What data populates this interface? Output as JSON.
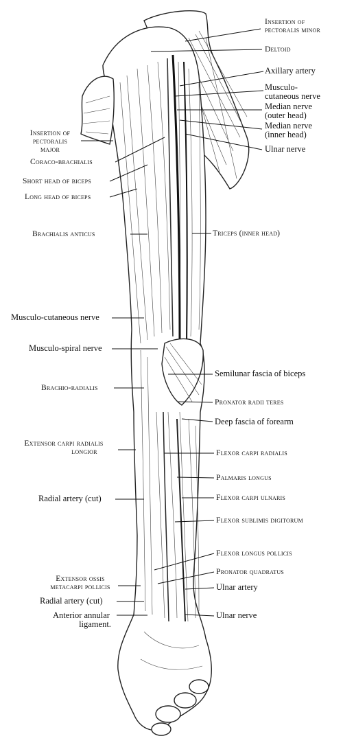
{
  "labels": {
    "insertion_pectoralis_minor": [
      "Insertion of",
      "pectoralis minor"
    ],
    "deltoid": "Deltoid",
    "axillary_artery": "Axillary artery",
    "musculocutaneous_nerve_top": [
      "Musculo-",
      "cutaneous nerve"
    ],
    "median_nerve_outer": [
      "Median nerve",
      "(outer head)"
    ],
    "median_nerve_inner": [
      "Median nerve",
      "(inner head)"
    ],
    "ulnar_nerve_top": "Ulnar nerve",
    "insertion_pectoralis_major": [
      "Insertion of",
      "pectoralis",
      "major"
    ],
    "coraco_brachialis": "Coraco-brachialis",
    "short_head_biceps": "Short head of biceps",
    "long_head_biceps": "Long head of biceps",
    "brachialis_anticus": "Brachialis anticus",
    "triceps": "Triceps (inner head)",
    "musculocutaneous_nerve": "Musculo-cutaneous nerve",
    "musculospiral_nerve": "Musculo-spiral nerve",
    "semilunar_fascia": "Semilunar fascia of biceps",
    "brachio_radialis": "Brachio-radialis",
    "pronator_radii_teres": "Pronator radii teres",
    "deep_fascia": "Deep fascia of forearm",
    "extensor_carpi": [
      "Extensor carpi radialis",
      "longior"
    ],
    "flexor_carpi_radialis": "Flexor carpi radialis",
    "palmaris_longus": "Palmaris longus",
    "radial_artery_cut_1": "Radial artery (cut)",
    "flexor_carpi_ulnaris": "Flexor carpi ulnaris",
    "flexor_sublimis": "Flexor sublimis digitorum",
    "flexor_longus_pollicis": "Flexor longus pollicis",
    "pronator_quadratus": "Pronator quadratus",
    "extensor_ossis": [
      "Extensor ossis",
      "metacarpi pollicis"
    ],
    "ulnar_artery": "Ulnar artery",
    "radial_artery_cut_2": "Radial artery (cut)",
    "ulnar_nerve_bottom": "Ulnar nerve",
    "anterior_annular": [
      "Anterior annular",
      "ligament."
    ]
  }
}
